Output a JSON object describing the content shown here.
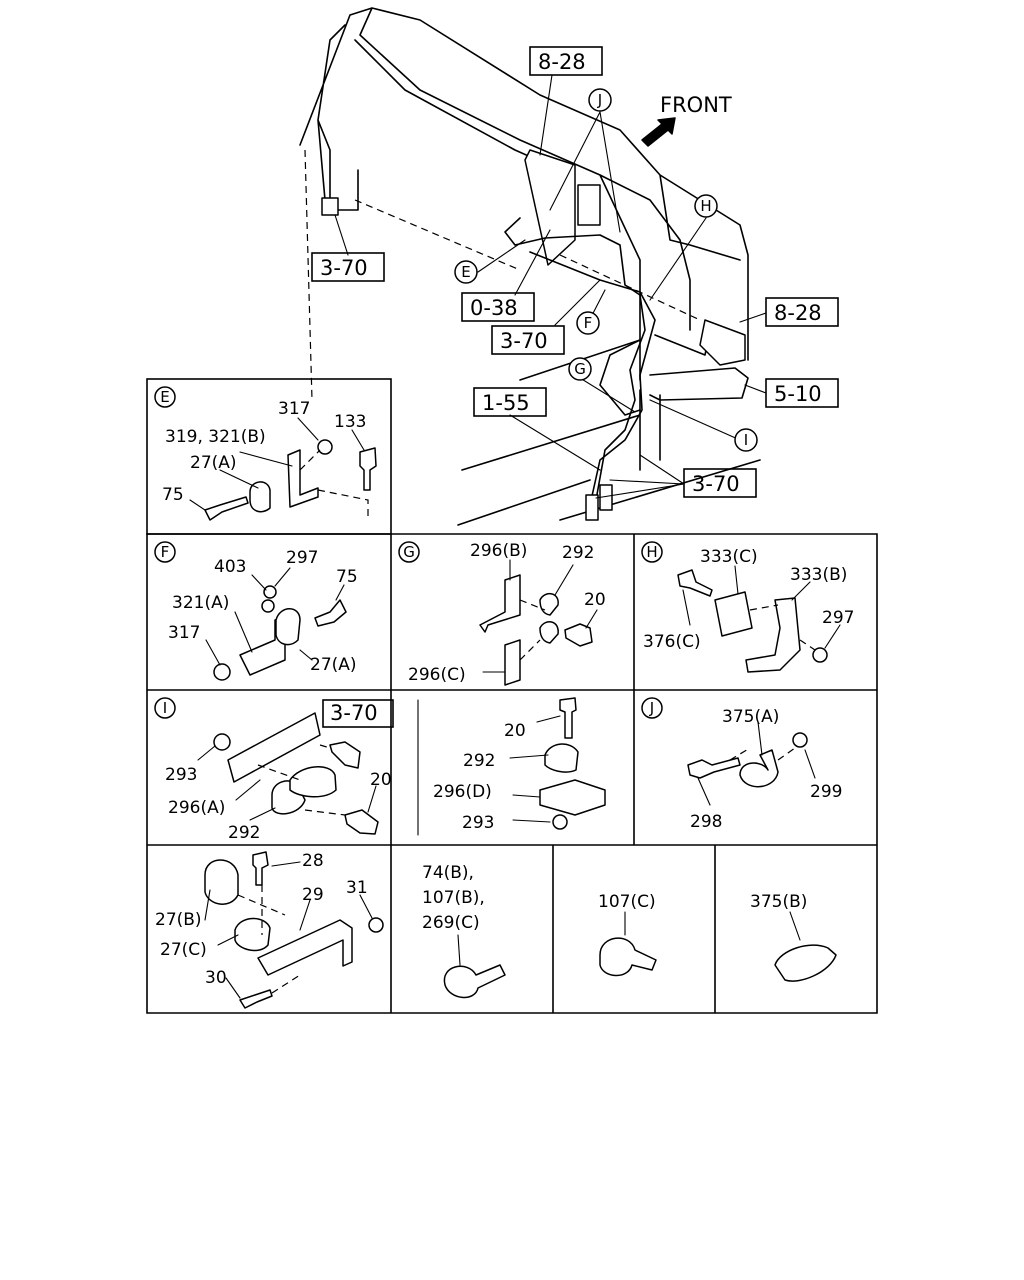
{
  "main": {
    "front_label": "FRONT",
    "refs": {
      "r_8_28_top": "8-28",
      "r_3_70_left": "3-70",
      "r_0_38": "0-38",
      "r_3_70_mid": "3-70",
      "r_8_28_right": "8-28",
      "r_5_10": "5-10",
      "r_1_55": "1-55",
      "r_3_70_bottom": "3-70"
    },
    "callouts": {
      "E": "E",
      "F": "F",
      "G": "G",
      "H": "H",
      "I": "I",
      "J": "J"
    }
  },
  "panels": {
    "E": {
      "letter": "E",
      "labels": {
        "p317": "317",
        "p133": "133",
        "p319": "319, 321(B)",
        "p27a": "27(A)",
        "p75": "75"
      }
    },
    "F": {
      "letter": "F",
      "labels": {
        "p403": "403",
        "p297": "297",
        "p75": "75",
        "p321a": "321(A)",
        "p317": "317",
        "p27a": "27(A)"
      }
    },
    "G": {
      "letter": "G",
      "labels": {
        "p296b": "296(B)",
        "p292": "292",
        "p20": "20",
        "p296c": "296(C)"
      }
    },
    "H": {
      "letter": "H",
      "labels": {
        "p333c": "333(C)",
        "p333b": "333(B)",
        "p297": "297",
        "p376c": "376(C)"
      }
    },
    "I": {
      "letter": "I",
      "ref": "3-70",
      "labels": {
        "p293": "293",
        "p296a": "296(A)",
        "p292": "292",
        "p20": "20"
      }
    },
    "I2": {
      "labels": {
        "p20": "20",
        "p292": "292",
        "p296d": "296(D)",
        "p293": "293"
      }
    },
    "J": {
      "letter": "J",
      "labels": {
        "p375a": "375(A)",
        "p299": "299",
        "p298": "298"
      }
    },
    "K": {
      "labels": {
        "p28": "28",
        "p29": "29",
        "p31": "31",
        "p27b": "27(B)",
        "p27c": "27(C)",
        "p30": "30"
      }
    },
    "L": {
      "labels": {
        "l1": "74(B),",
        "l2": "107(B),",
        "l3": "269(C)"
      }
    },
    "M": {
      "labels": {
        "p107c": "107(C)"
      }
    },
    "N": {
      "labels": {
        "p375b": "375(B)"
      }
    }
  }
}
